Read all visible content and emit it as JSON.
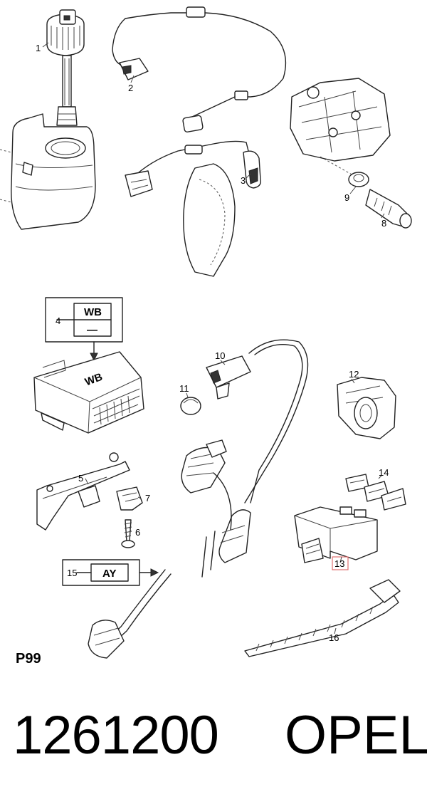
{
  "callouts": {
    "c1": "1",
    "c2": "2",
    "c3": "3",
    "c4": "4",
    "c5": "5",
    "c6": "6",
    "c7": "7",
    "c8": "8",
    "c9": "9",
    "c10": "10",
    "c11": "11",
    "c12": "12",
    "c13": "13",
    "c14": "14",
    "c15": "15",
    "c16": "16"
  },
  "boxes": {
    "wb_label": "WB",
    "wb_sub": "—",
    "ay_label": "AY",
    "module_stamp": "WB"
  },
  "page_code": "P99",
  "footer": {
    "part_number": "1261200",
    "brand": "OPEL"
  },
  "colors": {
    "line": "#222222",
    "highlight_box": "#e07070"
  }
}
